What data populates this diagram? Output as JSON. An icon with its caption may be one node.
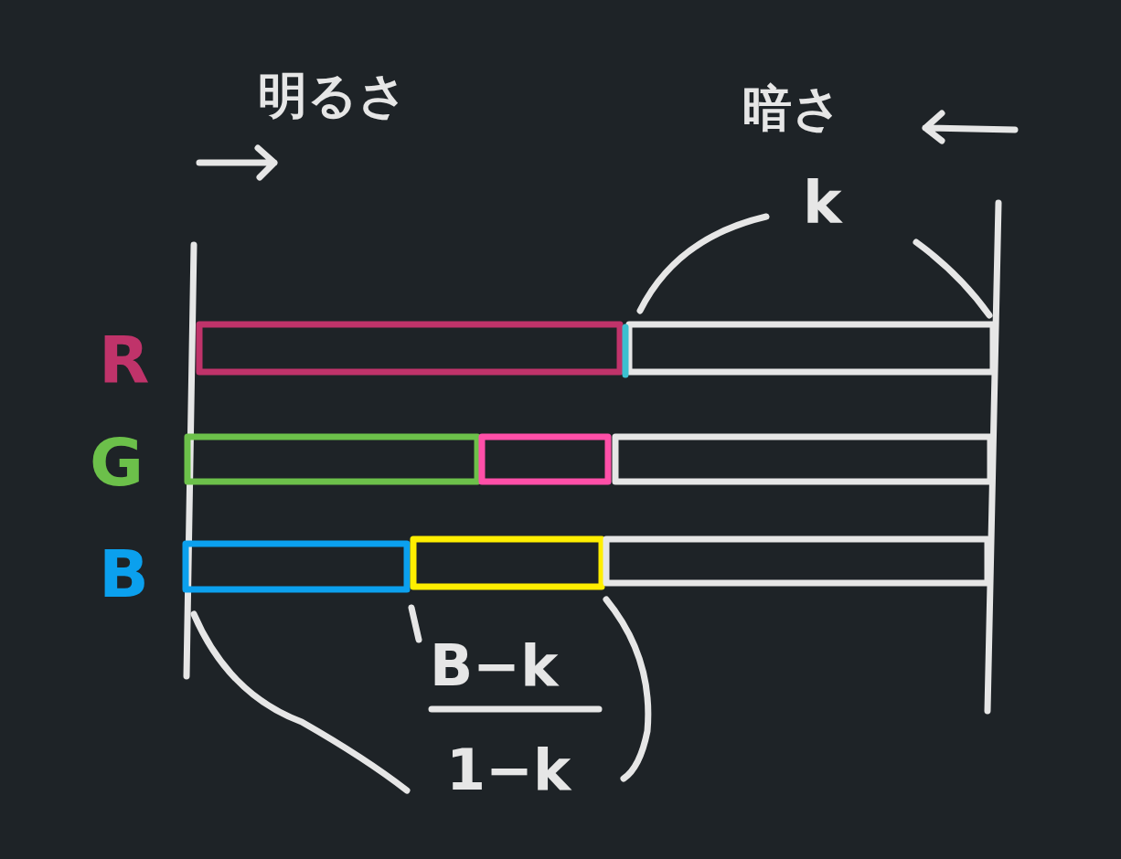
{
  "diagram": {
    "labels": [
      "明るさ",
      "暗さ",
      "k",
      "R",
      "G",
      "B",
      "B−k",
      "1−k"
    ]
  }
}
